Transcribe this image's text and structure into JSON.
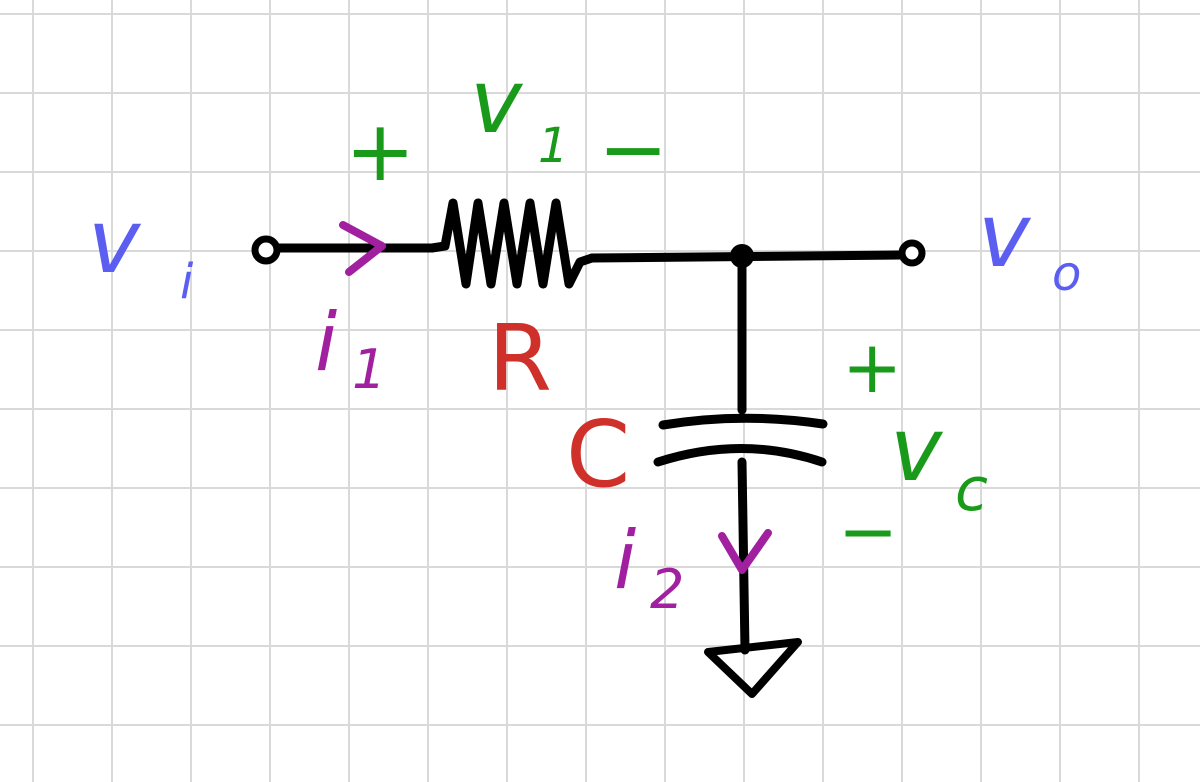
{
  "labels": {
    "vi_v": "v",
    "vi_sub": "i",
    "vo_v": "v",
    "vo_sub": "o",
    "v1_v": "v",
    "v1_sub": "1",
    "vc_v": "v",
    "vc_sub": "c",
    "v1_plus": "+",
    "v1_minus": "−",
    "vc_plus": "+",
    "vc_minus": "−",
    "i1_i": "i",
    "i1_sub": "1",
    "i2_i": "i",
    "i2_sub": "2",
    "resistor": "R",
    "capacitor": "C"
  },
  "colors": {
    "grid": "#d9d9d9",
    "wire": "#000000",
    "signal_voltage": "#5b5ef0",
    "element_voltage": "#1a9a1a",
    "current": "#a020a0",
    "element_name": "#d0302a"
  }
}
